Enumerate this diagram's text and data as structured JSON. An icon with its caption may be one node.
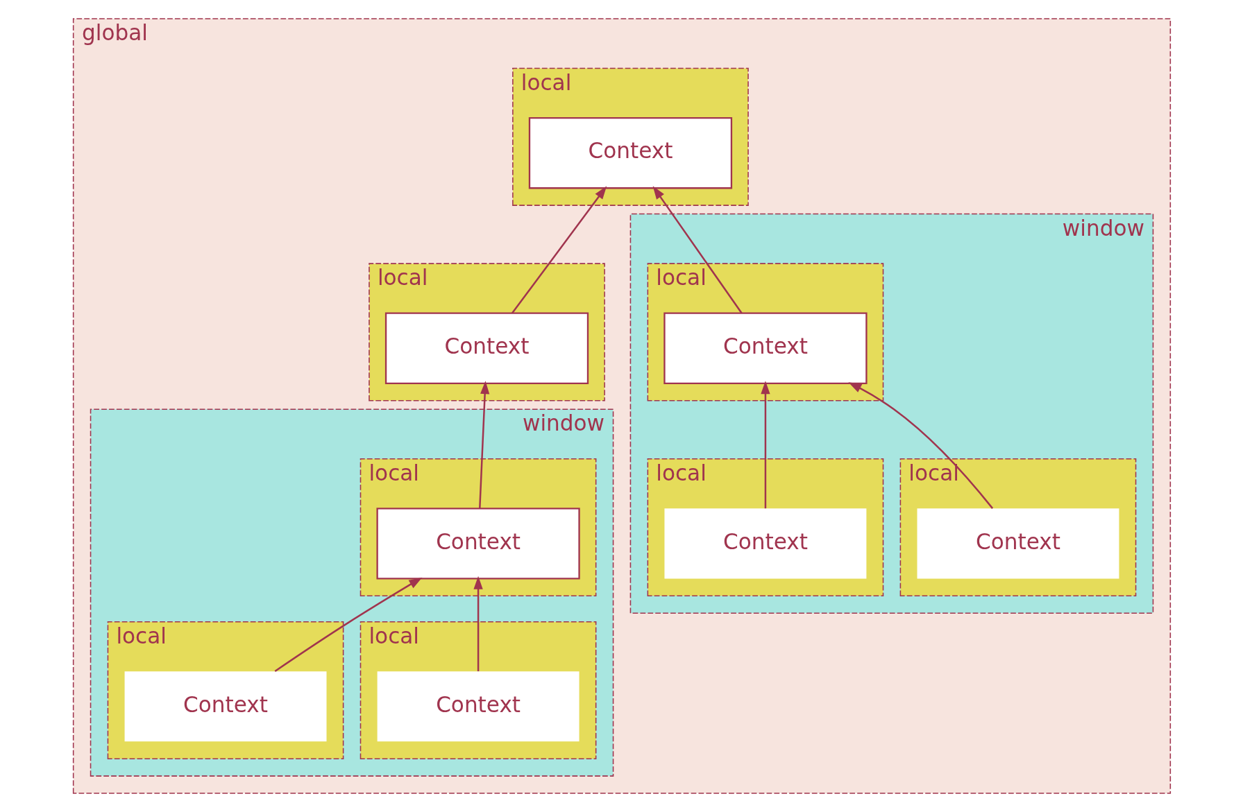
{
  "diagram": {
    "nodes": [
      {
        "text": [
          "global"
        ]
      },
      {
        "text": [
          "local"
        ],
        "in": 0
      },
      {
        "text": [
          "Context"
        ],
        "in": 1
      },
      {
        "text": [
          "window"
        ],
        "in": 0
      },
      {
        "text": [
          "local"
        ],
        "in": 3
      },
      {
        "text": [
          "Context"
        ],
        "in": 4
      },
      {
        "text": [
          "local"
        ],
        "in": 3
      },
      {
        "text": [
          "Context"
        ],
        "in": 6
      },
      {
        "text": [
          "local"
        ],
        "in": 3
      },
      {
        "text": [
          "Context"
        ],
        "in": 8
      },
      {
        "text": [
          "local"
        ],
        "in": 0
      },
      {
        "text": [
          "Context"
        ],
        "in": 10
      },
      {
        "text": [
          "window"
        ],
        "in": 0
      },
      {
        "text": [
          "local"
        ],
        "in": 12
      },
      {
        "text": [
          "Context"
        ],
        "in": 13
      },
      {
        "text": [
          "local"
        ],
        "in": 12
      },
      {
        "text": [
          "Context"
        ],
        "in": 15
      },
      {
        "text": [
          "local"
        ],
        "in": 12
      },
      {
        "text": [
          "Context"
        ],
        "in": 17
      }
    ],
    "edges": [
      {
        "from": 5,
        "to": 2,
        "arrow": "to"
      },
      {
        "from": 11,
        "to": 2,
        "arrow": "to"
      },
      {
        "from": 7,
        "to": 5,
        "arrow": "to"
      },
      {
        "from": 9,
        "to": 5,
        "arrow": "to"
      },
      {
        "from": 14,
        "to": 11,
        "arrow": "to"
      },
      {
        "from": 16,
        "to": 14,
        "arrow": "to"
      },
      {
        "from": 18,
        "to": 14,
        "arrow": "to"
      }
    ]
  }
}
